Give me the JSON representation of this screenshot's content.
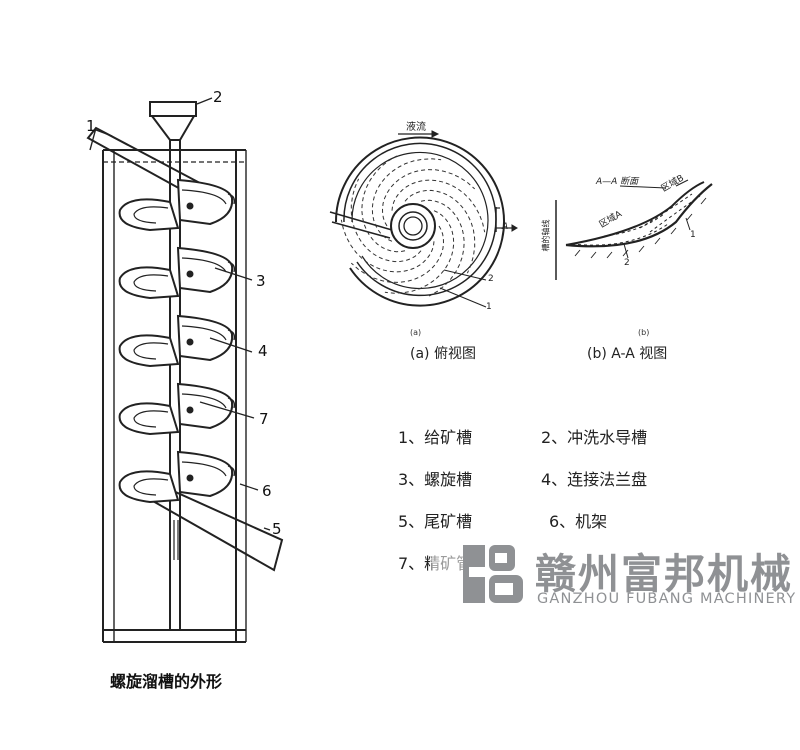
{
  "left_figure": {
    "title": "螺旋溜槽的外形",
    "callouts": [
      "1",
      "2",
      "3",
      "4",
      "7",
      "6",
      "5"
    ]
  },
  "top_view": {
    "flow_label": "液流",
    "section_label": "A",
    "callouts": [
      "2",
      "1"
    ],
    "sub_label": "(a)",
    "caption": "(a) 俯视图"
  },
  "section_view": {
    "section_title": "A—A 断面",
    "zone_a": "区域A",
    "zone_b": "区域B",
    "axis_label": "槽的轴线",
    "callouts": [
      "1",
      "2"
    ],
    "sub_label": "(b)",
    "caption": "(b) A-A 视图"
  },
  "legend": [
    "1、给矿槽",
    "2、冲洗水导槽",
    "3、螺旋槽",
    "4、连接法兰盘",
    "5、尾矿槽",
    "6、机架",
    "7、精矿管"
  ],
  "watermark": {
    "name_cn": "赣州富邦机械",
    "name_en": "GANZHOU FUBANG MACHINERY",
    "color": "#8f9194"
  }
}
